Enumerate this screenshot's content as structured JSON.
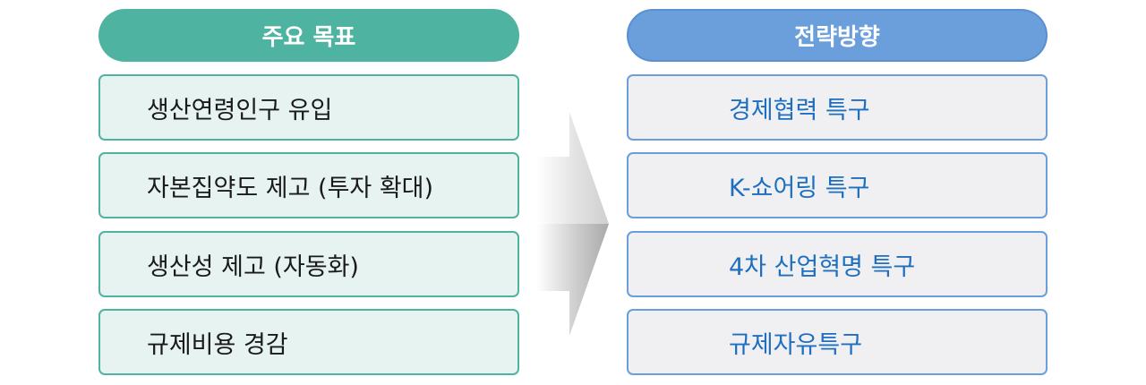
{
  "left": {
    "title": "주요 목표",
    "items": [
      "생산연령인구 유입",
      "자본집약도 제고 (투자 확대)",
      "생산성 제고 (자동화)",
      "규제비용 경감"
    ]
  },
  "right": {
    "title": "전략방향",
    "items": [
      "경제협력 특구",
      "K-쇼어링 특구",
      "4차 산업혁명 특구",
      "규제자유특구"
    ]
  },
  "colors": {
    "left_accent": "#4fb3a2",
    "left_fill": "#e6f3f0",
    "right_accent": "#6a9fdc",
    "right_text": "#1e6fbf"
  }
}
